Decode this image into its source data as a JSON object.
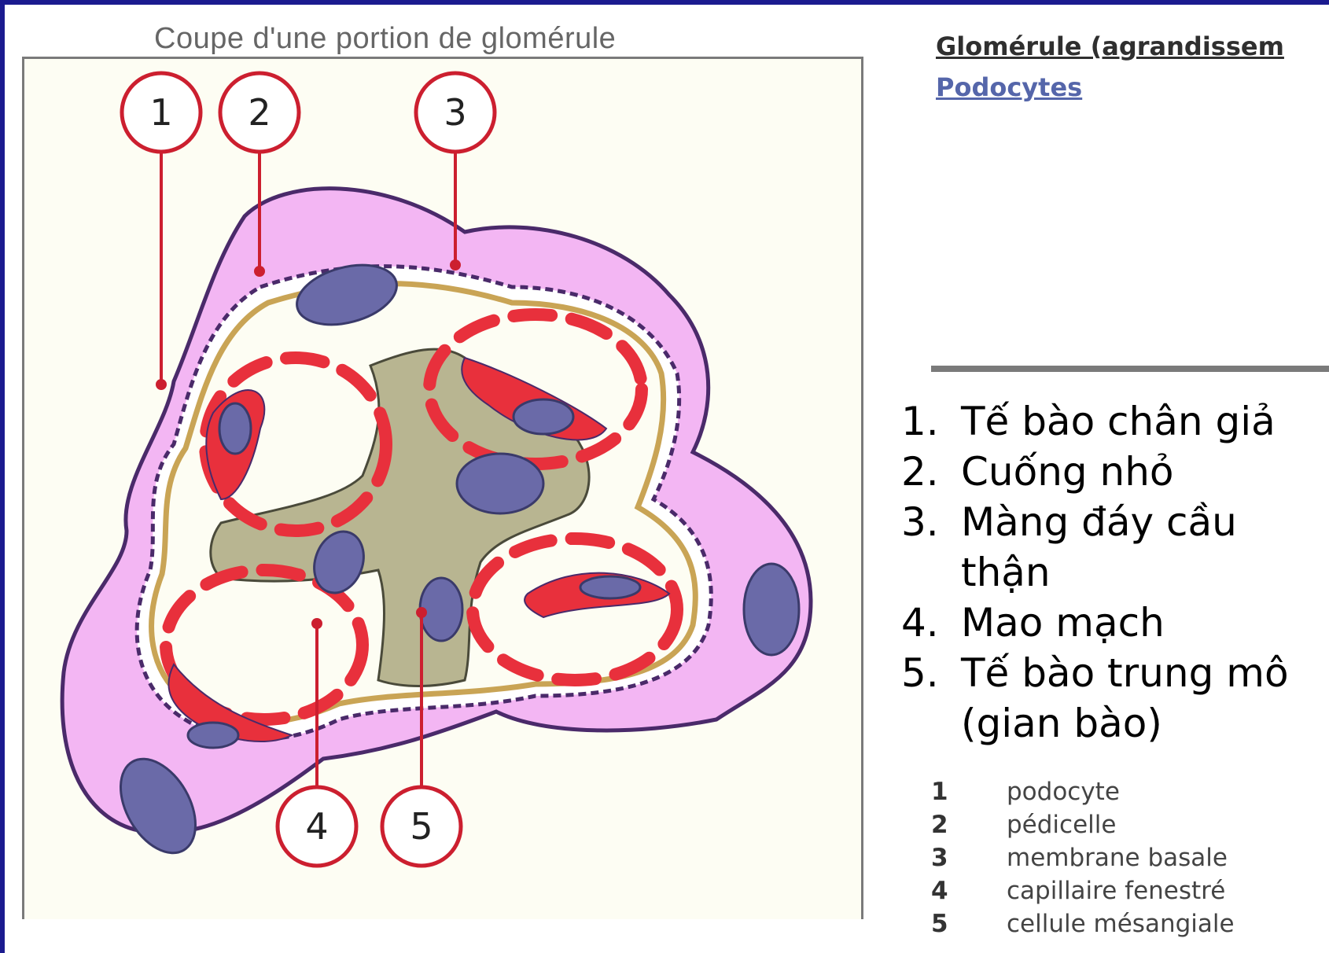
{
  "diagram": {
    "title": "Coupe d'une portion de glomérule",
    "callouts": [
      "1",
      "2",
      "3",
      "4",
      "5"
    ]
  },
  "links": {
    "glomerule": "Glomérule (agrandissem",
    "podocytes": "Podocytes"
  },
  "vietnamese_list": [
    {
      "num": "1.",
      "text": "Tế bào chân giả"
    },
    {
      "num": "2.",
      "text": "Cuống nhỏ"
    },
    {
      "num": "3.",
      "text": "Màng đáy cầu thận"
    },
    {
      "num": "4.",
      "text": "Mao mạch"
    },
    {
      "num": "5.",
      "text": "Tế bào trung mô (gian bào)"
    }
  ],
  "legend": [
    {
      "num": "1",
      "text": "podocyte"
    },
    {
      "num": "2",
      "text": "pédicelle"
    },
    {
      "num": "3",
      "text": "membrane basale"
    },
    {
      "num": "4",
      "text": "capillaire fenestré"
    },
    {
      "num": "5",
      "text": "cellule mésangiale"
    }
  ],
  "colors": {
    "background_frame": "#1b1b8f",
    "podocyte_pink": "#f3b6f3",
    "outline_purple": "#4a2a6a",
    "basement_membrane": "#c9a455",
    "capillary_red": "#e8303c",
    "mesangial_khaki": "#b8b591",
    "nucleus_blue": "#6a6aa8",
    "callout_red": "#cc1f2f"
  }
}
